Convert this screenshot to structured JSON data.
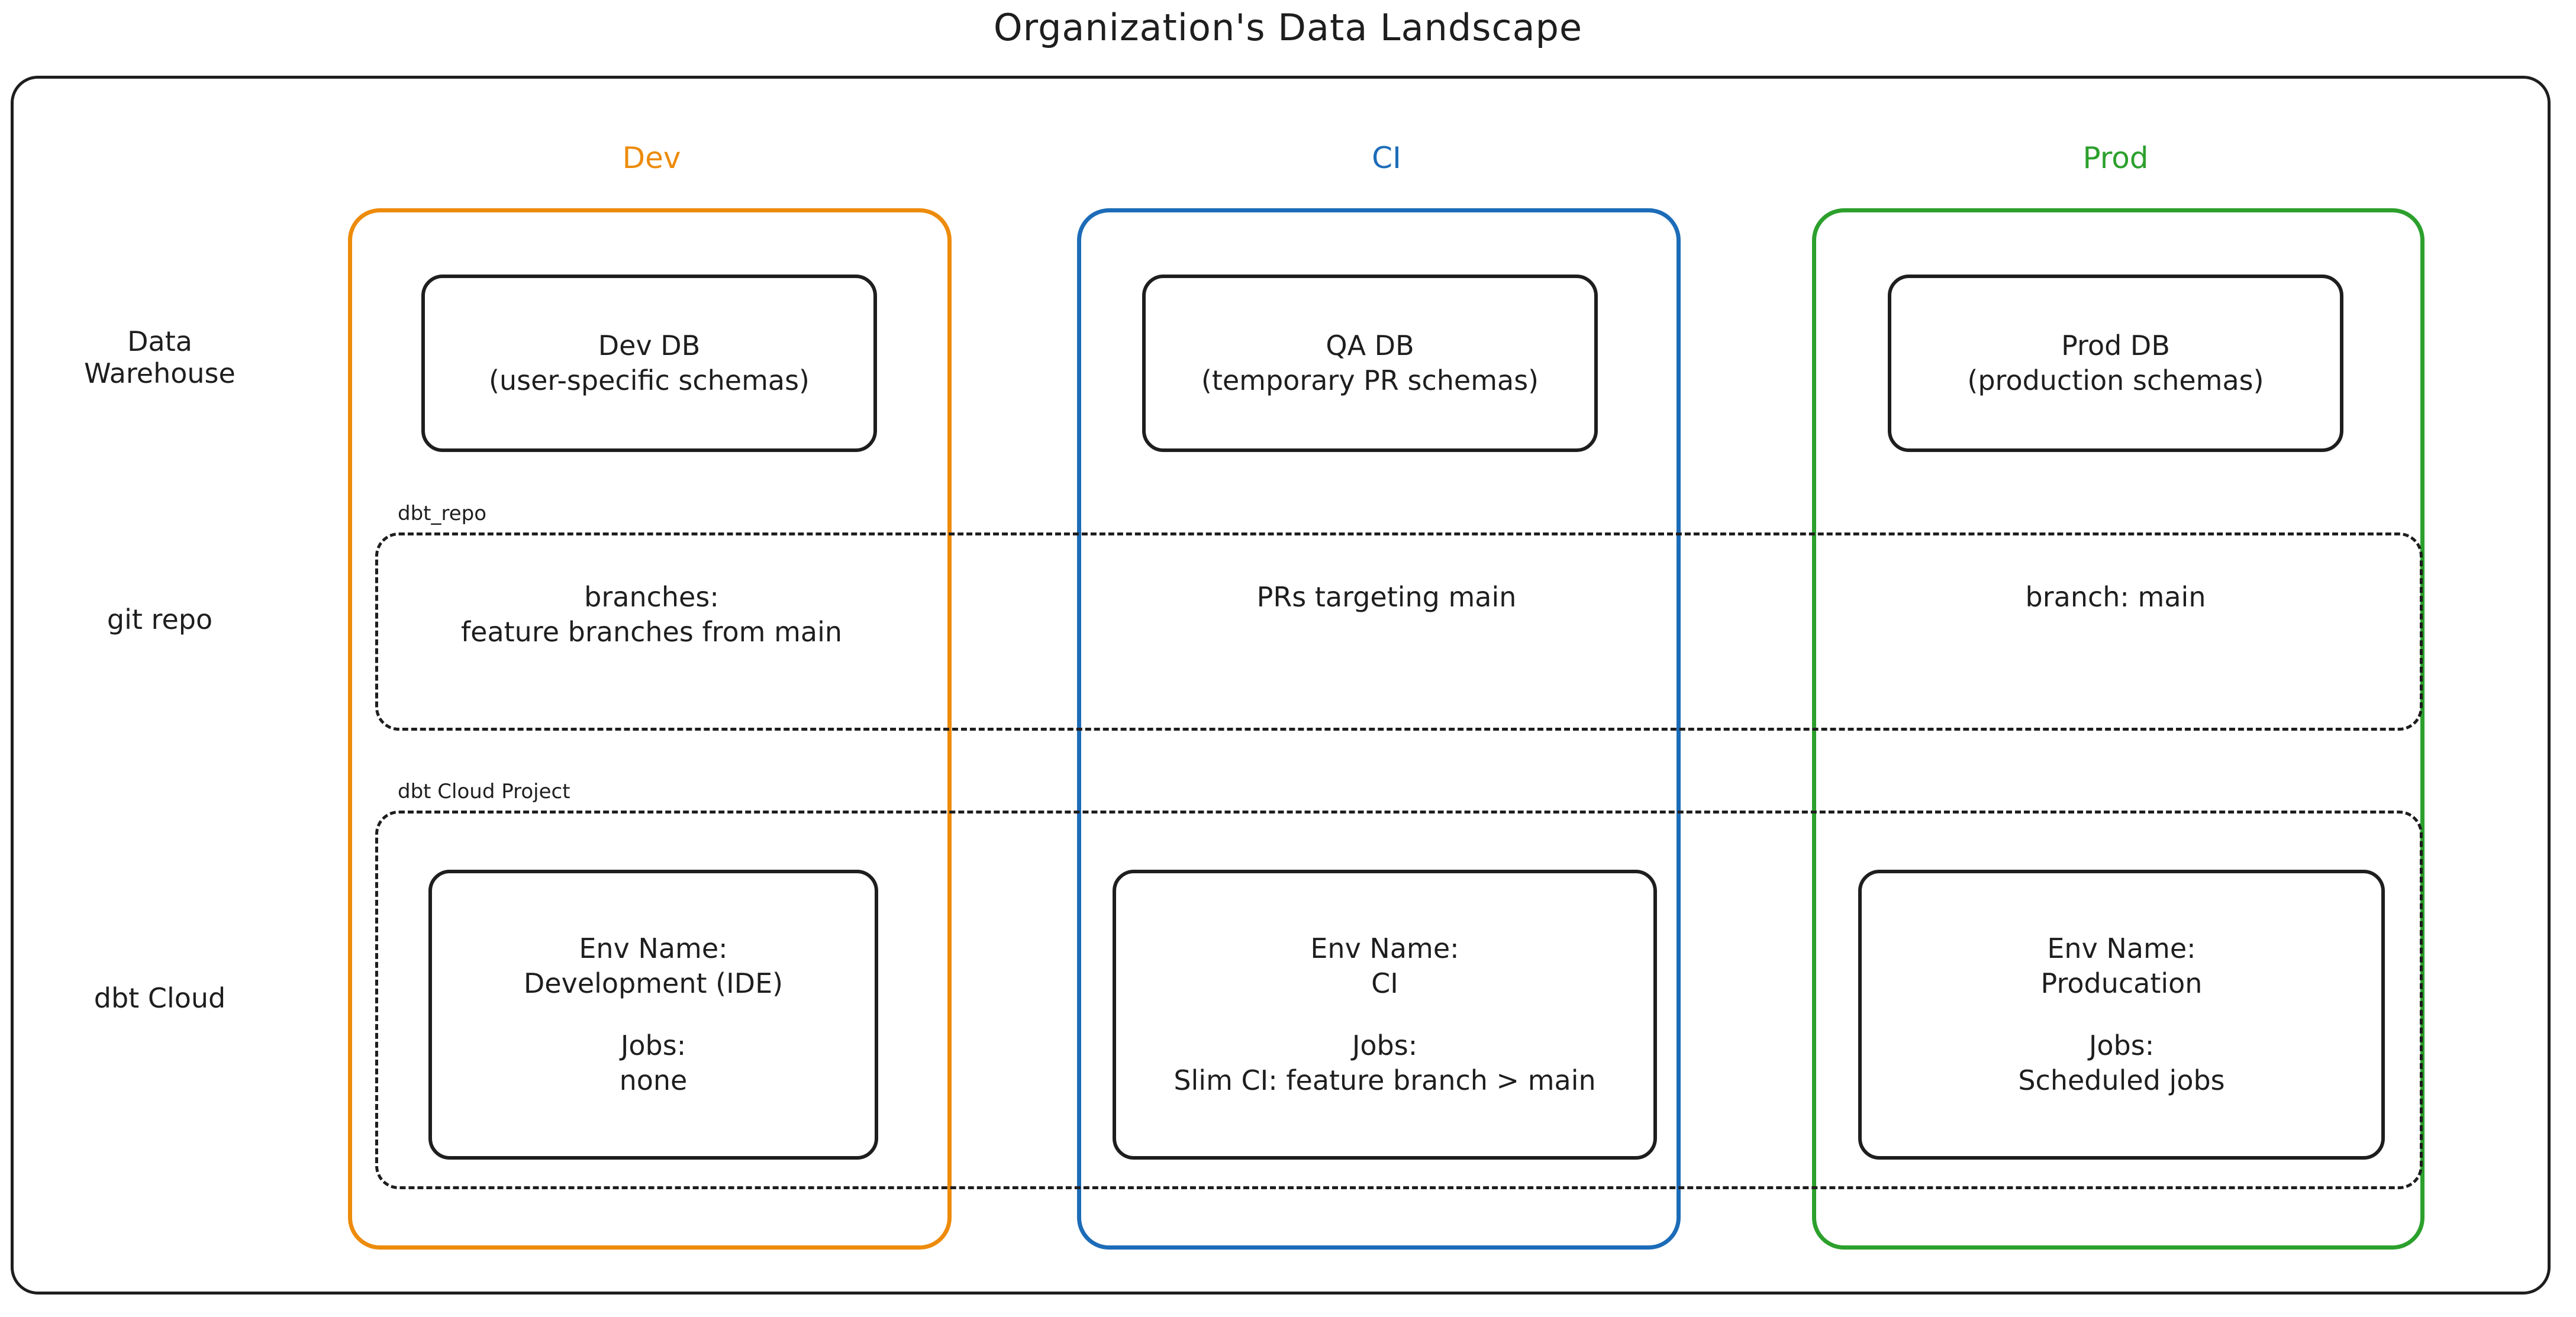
{
  "title": "Organization's Data Landscape",
  "colors": {
    "dev": "#ED8B0B",
    "ci": "#1C6CB8",
    "prod": "#2CA02C",
    "stroke": "#1e1e1e",
    "background": "#ffffff"
  },
  "row_labels": {
    "data_warehouse_line1": "Data",
    "data_warehouse_line2": "Warehouse",
    "git_repo": "git repo",
    "dbt_cloud": "dbt Cloud"
  },
  "columns": {
    "dev": {
      "header": "Dev"
    },
    "ci": {
      "header": "CI"
    },
    "prod": {
      "header": "Prod"
    }
  },
  "bands": {
    "git_repo_label": "dbt_repo",
    "dbt_cloud_label": "dbt Cloud Project"
  },
  "data_warehouse": {
    "dev": {
      "line1": "Dev DB",
      "line2": "(user-specific schemas)"
    },
    "ci": {
      "line1": "QA DB",
      "line2": "(temporary PR schemas)"
    },
    "prod": {
      "line1": "Prod DB",
      "line2": "(production schemas)"
    }
  },
  "git_repo": {
    "dev": {
      "line1": "branches:",
      "line2": "feature branches from main"
    },
    "ci": {
      "line1": "PRs targeting main",
      "line2": ""
    },
    "prod": {
      "line1": "branch: main",
      "line2": ""
    }
  },
  "dbt_cloud": {
    "dev": {
      "env_label": "Env Name:",
      "env_value": "Development (IDE)",
      "jobs_label": "Jobs:",
      "jobs_value": "none"
    },
    "ci": {
      "env_label": "Env Name:",
      "env_value": "CI",
      "jobs_label": "Jobs:",
      "jobs_value": "Slim CI: feature branch > main"
    },
    "prod": {
      "env_label": "Env Name:",
      "env_value": "Producation",
      "jobs_label": "Jobs:",
      "jobs_value": "Scheduled jobs"
    }
  }
}
